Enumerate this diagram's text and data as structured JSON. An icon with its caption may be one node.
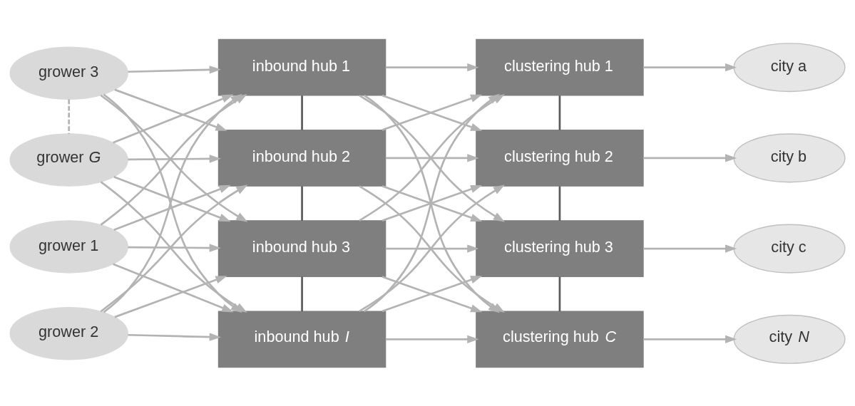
{
  "diagram": {
    "nodes": [
      {
        "text": [
          "grower 1"
        ]
      },
      {
        "text": [
          "grower 2"
        ]
      },
      {
        "text": [
          "grower 3"
        ]
      },
      {
        "text": [
          "grower *G*"
        ]
      },
      {
        "text": [
          "inbound hub 1"
        ]
      },
      {
        "text": [
          "inbound hub 2"
        ]
      },
      {
        "text": [
          "inbound hub 3"
        ]
      },
      {
        "text": [
          "inbound hub *I*"
        ]
      },
      {
        "text": [
          "clustering hub 1"
        ]
      },
      {
        "text": [
          "clustering hub 2"
        ]
      },
      {
        "text": [
          "clustering hub 3"
        ]
      },
      {
        "text": [
          "clustering hub *C*"
        ]
      },
      {
        "text": [
          "city a"
        ]
      },
      {
        "text": [
          "city b"
        ]
      },
      {
        "text": [
          "city c"
        ]
      },
      {
        "text": [
          "city *N*"
        ]
      }
    ],
    "edges": [
      {
        "from": 0,
        "to": 4,
        "arrow": "to"
      },
      {
        "from": 0,
        "to": 5,
        "arrow": "to"
      },
      {
        "from": 0,
        "to": 6,
        "arrow": "to"
      },
      {
        "from": 0,
        "to": 7,
        "arrow": "to"
      },
      {
        "from": 1,
        "to": 4,
        "arrow": "to"
      },
      {
        "from": 1,
        "to": 5,
        "arrow": "to"
      },
      {
        "from": 1,
        "to": 6,
        "arrow": "to"
      },
      {
        "from": 1,
        "to": 7,
        "arrow": "to"
      },
      {
        "from": 2,
        "to": 4,
        "arrow": "to"
      },
      {
        "from": 2,
        "to": 5,
        "arrow": "to"
      },
      {
        "from": 2,
        "to": 6,
        "arrow": "to"
      },
      {
        "from": 2,
        "to": 7,
        "arrow": "to"
      },
      {
        "from": 3,
        "to": 4,
        "arrow": "to"
      },
      {
        "from": 3,
        "to": 5,
        "arrow": "to"
      },
      {
        "from": 3,
        "to": 6,
        "arrow": "to"
      },
      {
        "from": 3,
        "to": 7,
        "arrow": "to"
      },
      {
        "from": 2,
        "to": 3,
        "arrow": "none",
        "style": "dashed"
      },
      {
        "from": 4,
        "to": 5,
        "arrow": "none",
        "color": "#5a5a5a"
      },
      {
        "from": 5,
        "to": 6,
        "arrow": "none",
        "color": "#5a5a5a"
      },
      {
        "from": 6,
        "to": 7,
        "arrow": "none",
        "color": "#5a5a5a"
      },
      {
        "from": 4,
        "to": 8,
        "arrow": "to"
      },
      {
        "from": 4,
        "to": 9,
        "arrow": "to"
      },
      {
        "from": 4,
        "to": 10,
        "arrow": "to"
      },
      {
        "from": 4,
        "to": 11,
        "arrow": "to"
      },
      {
        "from": 5,
        "to": 8,
        "arrow": "to"
      },
      {
        "from": 5,
        "to": 9,
        "arrow": "to"
      },
      {
        "from": 5,
        "to": 10,
        "arrow": "to"
      },
      {
        "from": 5,
        "to": 11,
        "arrow": "to"
      },
      {
        "from": 6,
        "to": 8,
        "arrow": "to"
      },
      {
        "from": 6,
        "to": 9,
        "arrow": "to"
      },
      {
        "from": 6,
        "to": 10,
        "arrow": "to"
      },
      {
        "from": 6,
        "to": 11,
        "arrow": "to"
      },
      {
        "from": 7,
        "to": 8,
        "arrow": "to"
      },
      {
        "from": 7,
        "to": 9,
        "arrow": "to"
      },
      {
        "from": 7,
        "to": 10,
        "arrow": "to"
      },
      {
        "from": 7,
        "to": 11,
        "arrow": "to"
      },
      {
        "from": 8,
        "to": 9,
        "arrow": "none",
        "color": "#5a5a5a"
      },
      {
        "from": 9,
        "to": 10,
        "arrow": "none",
        "color": "#5a5a5a"
      },
      {
        "from": 10,
        "to": 11,
        "arrow": "none",
        "color": "#5a5a5a"
      },
      {
        "from": 8,
        "to": 12,
        "arrow": "to"
      },
      {
        "from": 9,
        "to": 13,
        "arrow": "to"
      },
      {
        "from": 10,
        "to": 14,
        "arrow": "to"
      },
      {
        "from": 11,
        "to": 15,
        "arrow": "to"
      }
    ]
  }
}
